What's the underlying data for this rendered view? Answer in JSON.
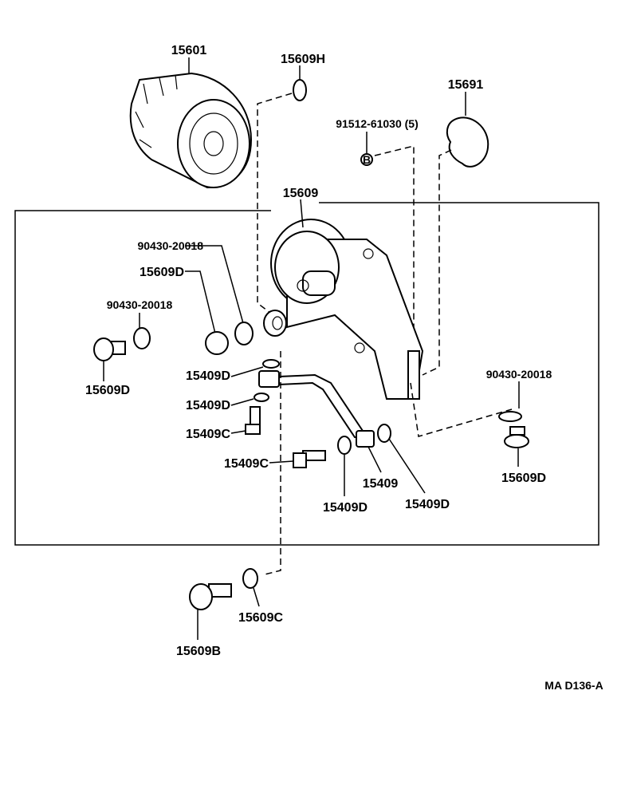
{
  "diagram": {
    "code": "MA D136-A",
    "labels": {
      "oil_filter": "15601",
      "o_ring_h": "15609H",
      "gasket": "15691",
      "bolt_b": "91512-61030 (5)",
      "bolt_b_marker": "B",
      "bracket_assy": "15609",
      "gasket_upper": "90430-20018",
      "plug_d_mid": "15609D",
      "gasket_left": "90430-20018",
      "plug_d_left": "15609D",
      "washer_1": "15409D",
      "washer_2": "15409D",
      "bolt_c_1": "15409C",
      "bolt_c_2": "15409C",
      "pipe": "15409",
      "washer_3": "15409D",
      "washer_4": "15409D",
      "gasket_right": "90430-20018",
      "plug_d_right": "15609D",
      "gasket_c": "15609C",
      "union_bolt_b": "15609B"
    }
  }
}
